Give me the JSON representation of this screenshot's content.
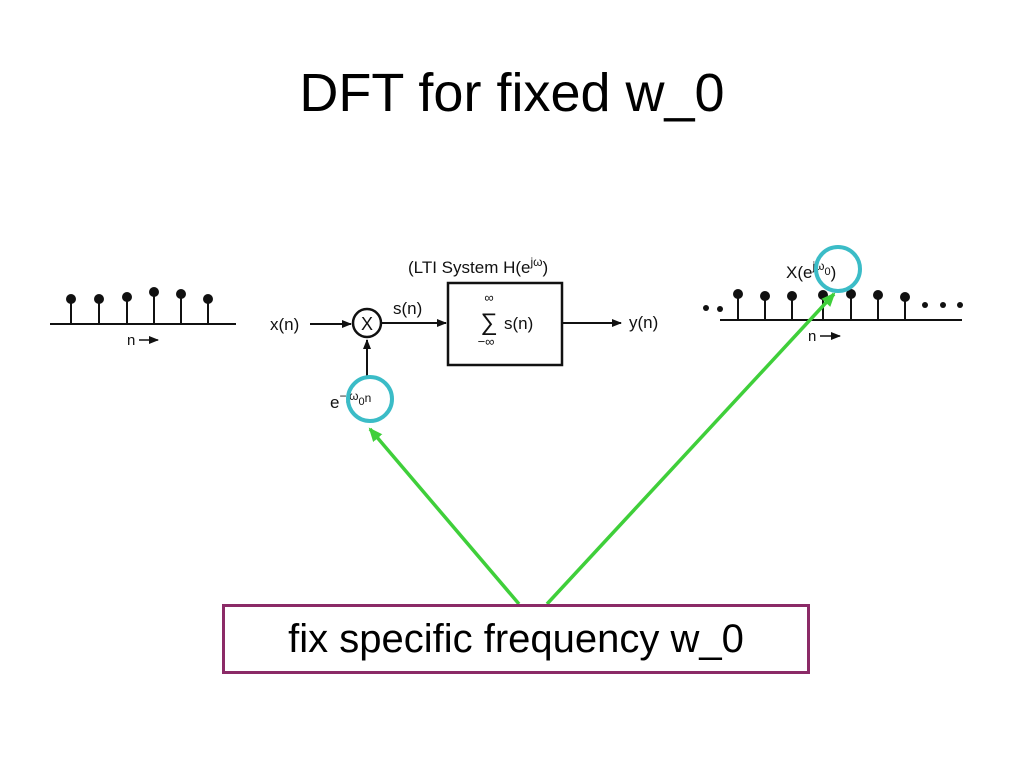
{
  "slide": {
    "title": "DFT for fixed w_0",
    "caption": "fix specific frequency w_0"
  },
  "diagram": {
    "system_label": "(LTI System H(e",
    "system_label_sup": "jω",
    "system_label_close": ")",
    "input_signal": "x(n)",
    "product_signal": "s(n)",
    "sum_symbol": "∑",
    "sum_upper": "∞",
    "sum_lower": "−∞",
    "sum_term": "s(n)",
    "output_signal": "y(n)",
    "multiplier_symbol": "X",
    "exponential_base": "e",
    "exponential_sup": "−jω",
    "exponential_sub": "0",
    "exponential_n": "n",
    "left_axis_label": "n",
    "right_axis_label": "n",
    "transform_label": "X(e",
    "transform_sup": "jω",
    "transform_sub": "0",
    "transform_close": ")",
    "highlight_color": "#3bbcc7",
    "arrow_color": "#3fcf3a",
    "box_border_color": "#8b2a67"
  }
}
